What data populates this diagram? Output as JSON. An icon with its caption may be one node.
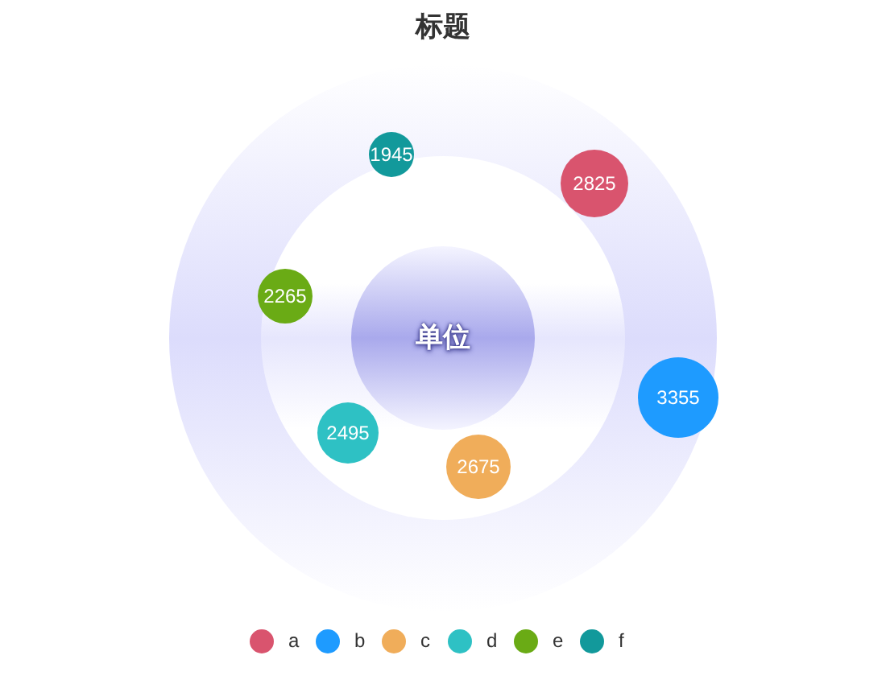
{
  "diagram": {
    "title": "标题",
    "nodes": [
      {
        "text": [],
        "shape": "circle"
      },
      {
        "text": [],
        "shape": "circle",
        "in": 0
      },
      {
        "text": [
          "单位"
        ],
        "in": 1
      },
      {
        "text": [
          "1945"
        ],
        "in": 0
      },
      {
        "text": [
          "2825"
        ],
        "in": 0
      },
      {
        "text": [
          "2265"
        ],
        "in": 1
      },
      {
        "text": [
          "3355"
        ],
        "in": 0
      },
      {
        "text": [
          "2495"
        ],
        "in": 1
      },
      {
        "text": [
          "2675"
        ],
        "in": 1
      }
    ],
    "edges": [],
    "legend": [
      {
        "text": "a",
        "color": "#d9546e"
      },
      {
        "text": "b",
        "color": "#1e9bff"
      },
      {
        "text": "c",
        "color": "#f0ad5a"
      },
      {
        "text": "d",
        "color": "#2ec1c4"
      },
      {
        "text": "e",
        "color": "#6aab15"
      },
      {
        "text": "f",
        "color": "#12999b"
      }
    ]
  }
}
